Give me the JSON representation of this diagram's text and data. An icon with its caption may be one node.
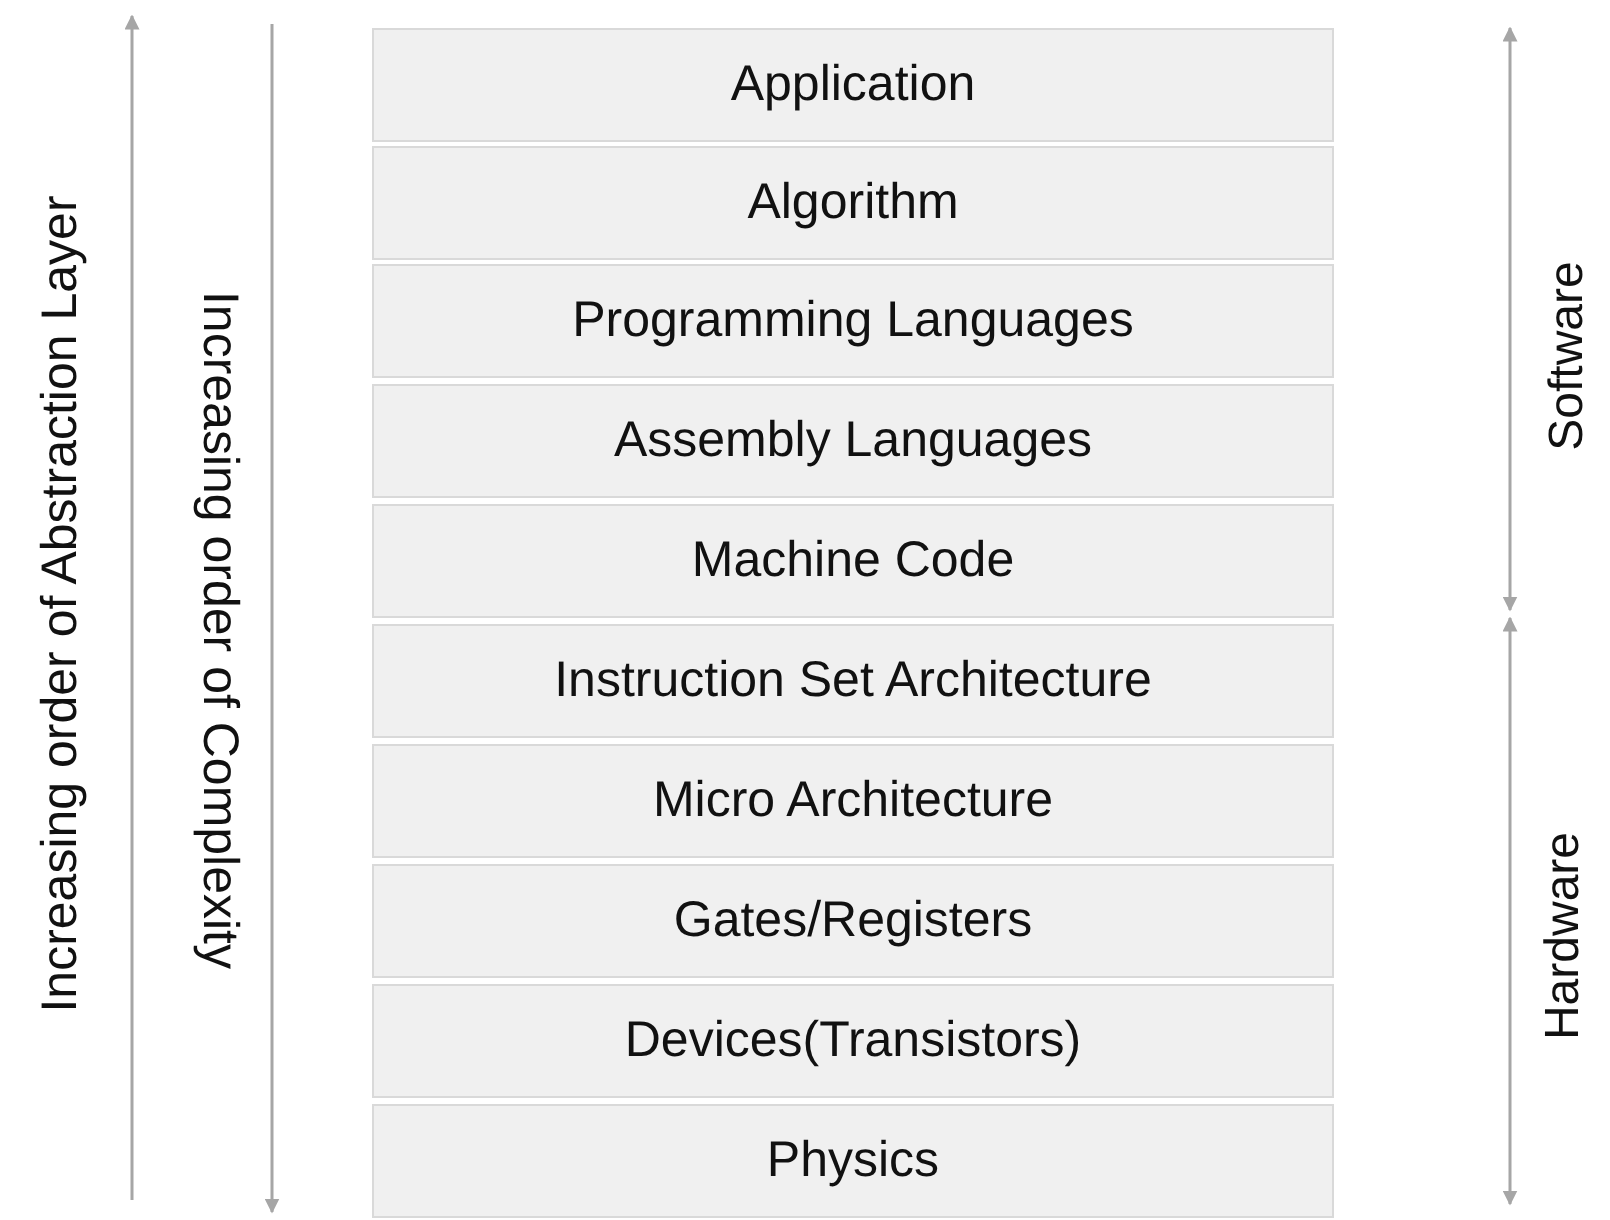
{
  "diagram": {
    "nodes": [
      {
        "text": [
          "Application"
        ]
      },
      {
        "text": [
          "Algorithm"
        ]
      },
      {
        "text": [
          "Programming Languages"
        ]
      },
      {
        "text": [
          "Assembly Languages"
        ]
      },
      {
        "text": [
          "Machine Code"
        ]
      },
      {
        "text": [
          "Instruction Set Architecture"
        ]
      },
      {
        "text": [
          "Micro Architecture"
        ]
      },
      {
        "text": [
          "Gates/Registers"
        ]
      },
      {
        "text": [
          "Devices(Transistors)"
        ]
      },
      {
        "text": [
          "Physics"
        ]
      }
    ],
    "labels": [
      "Increasing order of Abstraction Layer",
      "Increasing order of Complexity",
      "Software",
      "Hardware"
    ]
  }
}
